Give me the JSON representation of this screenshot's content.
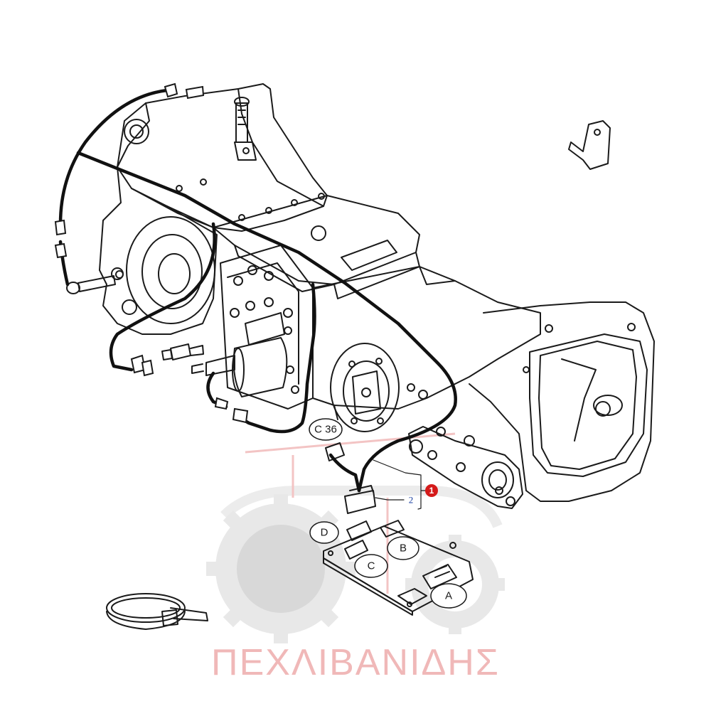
{
  "diagram": {
    "callouts": [
      {
        "id": "C36",
        "text": "C 36"
      },
      {
        "id": "D",
        "text": "D"
      },
      {
        "id": "B",
        "text": "B"
      },
      {
        "id": "C",
        "text": "C"
      },
      {
        "id": "A",
        "text": "A"
      }
    ],
    "part_numbers": {
      "item_1": "1",
      "item_2": "2"
    },
    "colors": {
      "line": "#1a1a1a",
      "wire": "#111111",
      "marker": "#d41a1a",
      "item2_text": "#1a3fa0",
      "watermark": "#f0b8b8",
      "watermark_gear": "#e6e6e6"
    }
  },
  "watermark": {
    "text": "ΠΕΧΛΙΒΑΝΙΔΗΣ"
  }
}
